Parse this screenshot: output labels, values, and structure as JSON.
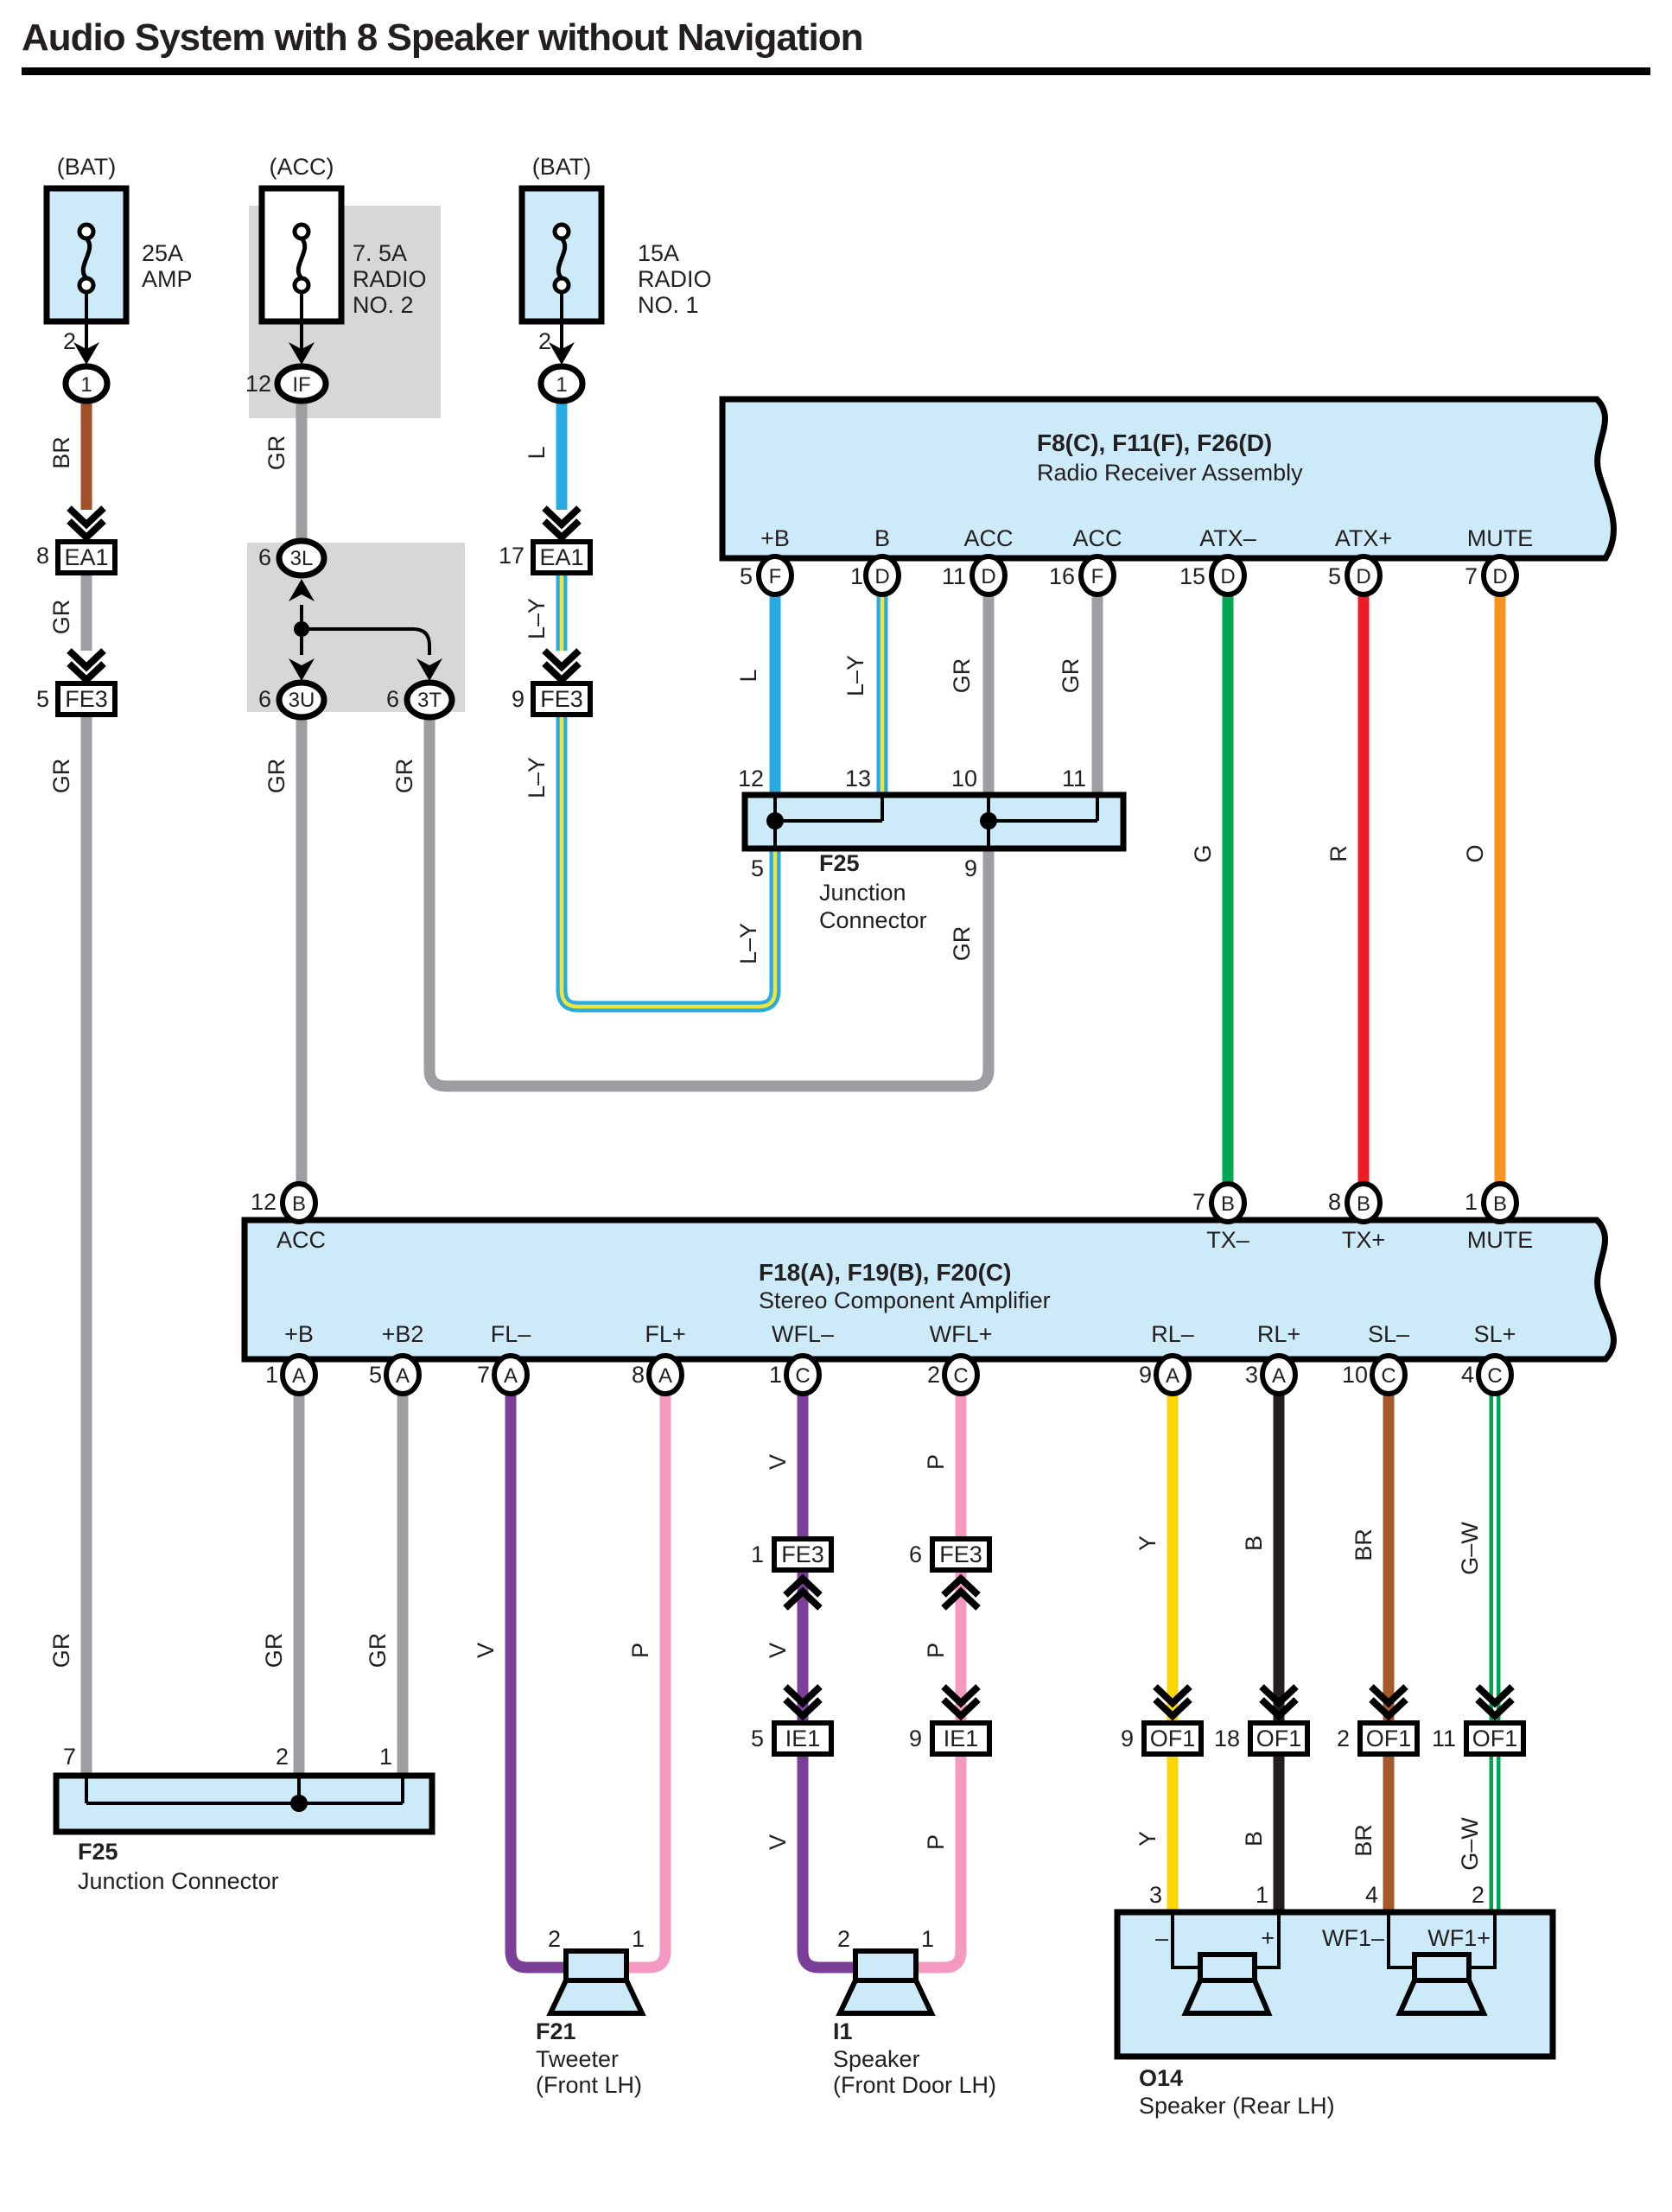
{
  "title": "Audio System with 8 Speaker without Navigation",
  "colors": {
    "component_fill": "#cdeaf8",
    "shade": "#d7d7d7",
    "wire_gray": "#9c9ea1",
    "wire_brown": "#a0512c",
    "wire_blue": "#29abe2",
    "wire_yellow_stripe": "#efe43c",
    "wire_green": "#00a651",
    "wire_red": "#ed1c24",
    "wire_orange": "#f7941d",
    "wire_violet": "#7b3f97",
    "wire_pink": "#f49ac1",
    "wire_yellow": "#fdd605",
    "wire_black": "#231f20",
    "wire_brown2": "#a55a2b",
    "stripe_white": "#ffffff",
    "ink": "#231f20"
  },
  "fuse_amp": {
    "bus": "(BAT)",
    "r1": "25A",
    "r2": "AMP",
    "pin": "2",
    "term": "1",
    "wire": "BR"
  },
  "fuse_radio2": {
    "bus": "(ACC)",
    "r1": "7. 5A",
    "r2": "RADIO",
    "r3": "NO. 2",
    "pin": "12",
    "term": "IF",
    "wire": "GR"
  },
  "fuse_radio1": {
    "bus": "(BAT)",
    "r1": "15A",
    "r2": "RADIO",
    "r3": "NO. 1",
    "pin": "2",
    "term": "1",
    "wire": "L"
  },
  "left_chain": {
    "ea1_num": "8",
    "ea1": "EA1",
    "gr_a": "GR",
    "fe3_num": "5",
    "fe3": "FE3",
    "gr_b": "GR",
    "gr_c": "GR"
  },
  "acc_chain": {
    "l3_num": "6",
    "l3": "3L",
    "u3_num": "6",
    "u3": "3U",
    "t3_num": "6",
    "t3": "3T",
    "gr_u": "GR",
    "gr_t": "GR"
  },
  "bat_chain": {
    "ea1_num": "17",
    "ea1": "EA1",
    "ly_a": "L–Y",
    "fe3_num": "9",
    "fe3": "FE3",
    "ly_b": "L–Y"
  },
  "radio": {
    "code": "F8(C), F11(F), F26(D)",
    "name": "Radio Receiver Assembly",
    "pins": [
      {
        "label": "+B",
        "num": "5",
        "conn": "F",
        "wire": "L"
      },
      {
        "label": "B",
        "num": "1",
        "conn": "D",
        "wire": "L–Y"
      },
      {
        "label": "ACC",
        "num": "11",
        "conn": "D",
        "wire": "GR"
      },
      {
        "label": "ACC",
        "num": "16",
        "conn": "F",
        "wire": "GR"
      },
      {
        "label": "ATX–",
        "num": "15",
        "conn": "D",
        "wire": "G"
      },
      {
        "label": "ATX+",
        "num": "5",
        "conn": "D",
        "wire": "R"
      },
      {
        "label": "MUTE",
        "num": "7",
        "conn": "D",
        "wire": "O"
      }
    ]
  },
  "f25_mid": {
    "name": "F25",
    "desc1": "Junction",
    "desc2": "Connector",
    "in": [
      "12",
      "13",
      "10",
      "11"
    ],
    "out": [
      "5",
      "9"
    ],
    "out_wires": [
      "L–Y",
      "GR"
    ]
  },
  "amp": {
    "code": "F18(A), F19(B), F20(C)",
    "name": "Stereo Component Amplifier",
    "acc_num": "12",
    "acc_conn": "B",
    "acc_label": "ACC",
    "top": [
      {
        "label": "TX–",
        "num": "7",
        "conn": "B"
      },
      {
        "label": "TX+",
        "num": "8",
        "conn": "B"
      },
      {
        "label": "MUTE",
        "num": "1",
        "conn": "B"
      }
    ],
    "bottom": [
      {
        "label": "+B",
        "num": "1",
        "conn": "A",
        "wire": "GR"
      },
      {
        "label": "+B2",
        "num": "5",
        "conn": "A",
        "wire": "GR"
      },
      {
        "label": "FL–",
        "num": "7",
        "conn": "A",
        "wire": "V"
      },
      {
        "label": "FL+",
        "num": "8",
        "conn": "A",
        "wire": "P"
      },
      {
        "label": "WFL–",
        "num": "1",
        "conn": "C",
        "wire": "V"
      },
      {
        "label": "WFL+",
        "num": "2",
        "conn": "C",
        "wire": "P"
      },
      {
        "label": "RL–",
        "num": "9",
        "conn": "A",
        "wire": "Y"
      },
      {
        "label": "RL+",
        "num": "3",
        "conn": "A",
        "wire": "B"
      },
      {
        "label": "SL–",
        "num": "10",
        "conn": "C",
        "wire": "BR"
      },
      {
        "label": "SL+",
        "num": "4",
        "conn": "C",
        "wire": "G–W"
      }
    ]
  },
  "inline": {
    "fe3a_num": "1",
    "fe3a": "FE3",
    "fe3b_num": "6",
    "fe3b": "FE3",
    "ie1a_num": "5",
    "ie1a": "IE1",
    "ie1b_num": "9",
    "ie1b": "IE1",
    "of1": [
      {
        "num": "9",
        "label": "OF1"
      },
      {
        "num": "18",
        "label": "OF1"
      },
      {
        "num": "2",
        "label": "OF1"
      },
      {
        "num": "11",
        "label": "OF1"
      }
    ]
  },
  "f25_bottom": {
    "name": "F25",
    "desc": "Junction Connector",
    "pins": [
      "7",
      "2",
      "1"
    ]
  },
  "f21": {
    "pin2": "2",
    "pin1": "1",
    "code": "F21",
    "line1": "Tweeter",
    "line2": "(Front LH)"
  },
  "i1": {
    "pin2": "2",
    "pin1": "1",
    "code": "I1",
    "line1": "Speaker",
    "line2": "(Front Door LH)"
  },
  "o14": {
    "pins": [
      "3",
      "1",
      "4",
      "2"
    ],
    "terms": [
      "–",
      "+",
      "WF1–",
      "WF1+"
    ],
    "code": "O14",
    "name": "Speaker (Rear LH)"
  }
}
